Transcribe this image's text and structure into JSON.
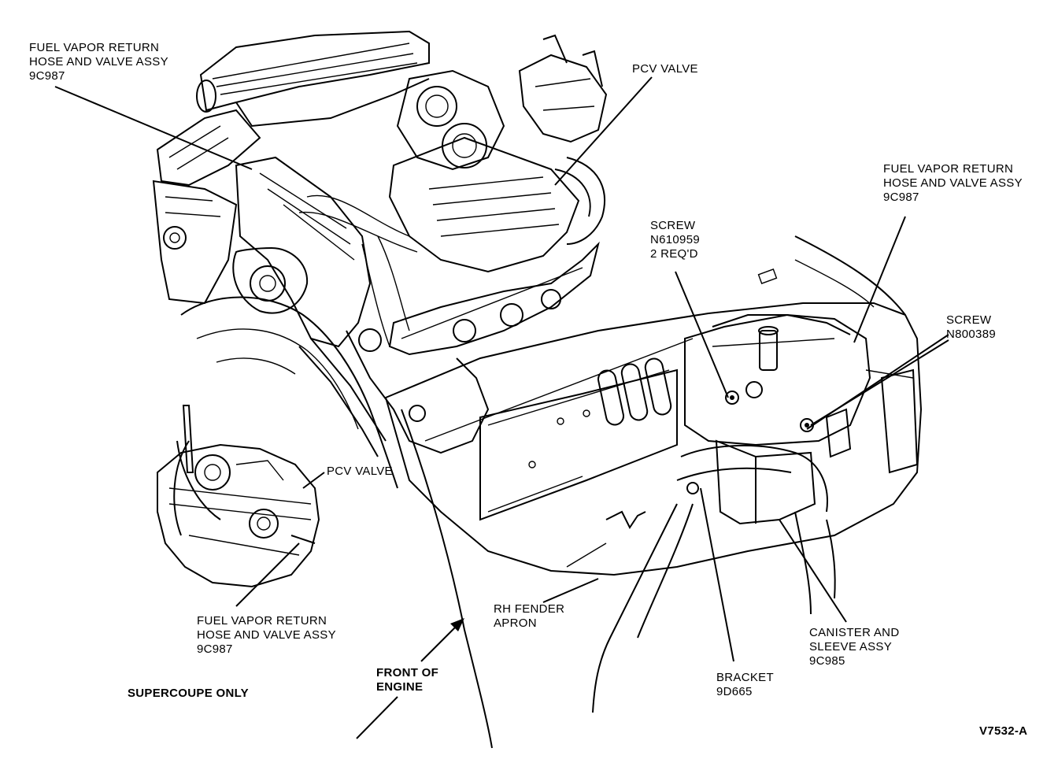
{
  "labels": {
    "fuel_vapor_top_left": {
      "line1": "FUEL VAPOR RETURN",
      "line2": "HOSE AND VALVE ASSY",
      "line3": "9C987"
    },
    "pcv_valve_top": "PCV VALVE",
    "fuel_vapor_right": {
      "line1": "FUEL VAPOR RETURN",
      "line2": "HOSE AND VALVE ASSY",
      "line3": "9C987"
    },
    "screw_1": {
      "line1": "SCREW",
      "line2": "N610959",
      "line3": "2 REQ'D"
    },
    "screw_2": {
      "line1": "SCREW",
      "line2": "N800389"
    },
    "pcv_valve_inset": "PCV VALVE",
    "fuel_vapor_inset": {
      "line1": "FUEL VAPOR RETURN",
      "line2": "HOSE AND VALVE ASSY",
      "line3": "9C987"
    },
    "rh_fender_apron": {
      "line1": "RH FENDER",
      "line2": "APRON"
    },
    "front_of_engine": {
      "line1": "FRONT OF",
      "line2": "ENGINE"
    },
    "supercoupe_only": "SUPERCOUPE ONLY",
    "canister": {
      "line1": "CANISTER AND",
      "line2": "SLEEVE ASSY",
      "line3": "9C985"
    },
    "bracket": {
      "line1": "BRACKET",
      "line2": "9D665"
    },
    "figure_id": "V7532-A"
  }
}
